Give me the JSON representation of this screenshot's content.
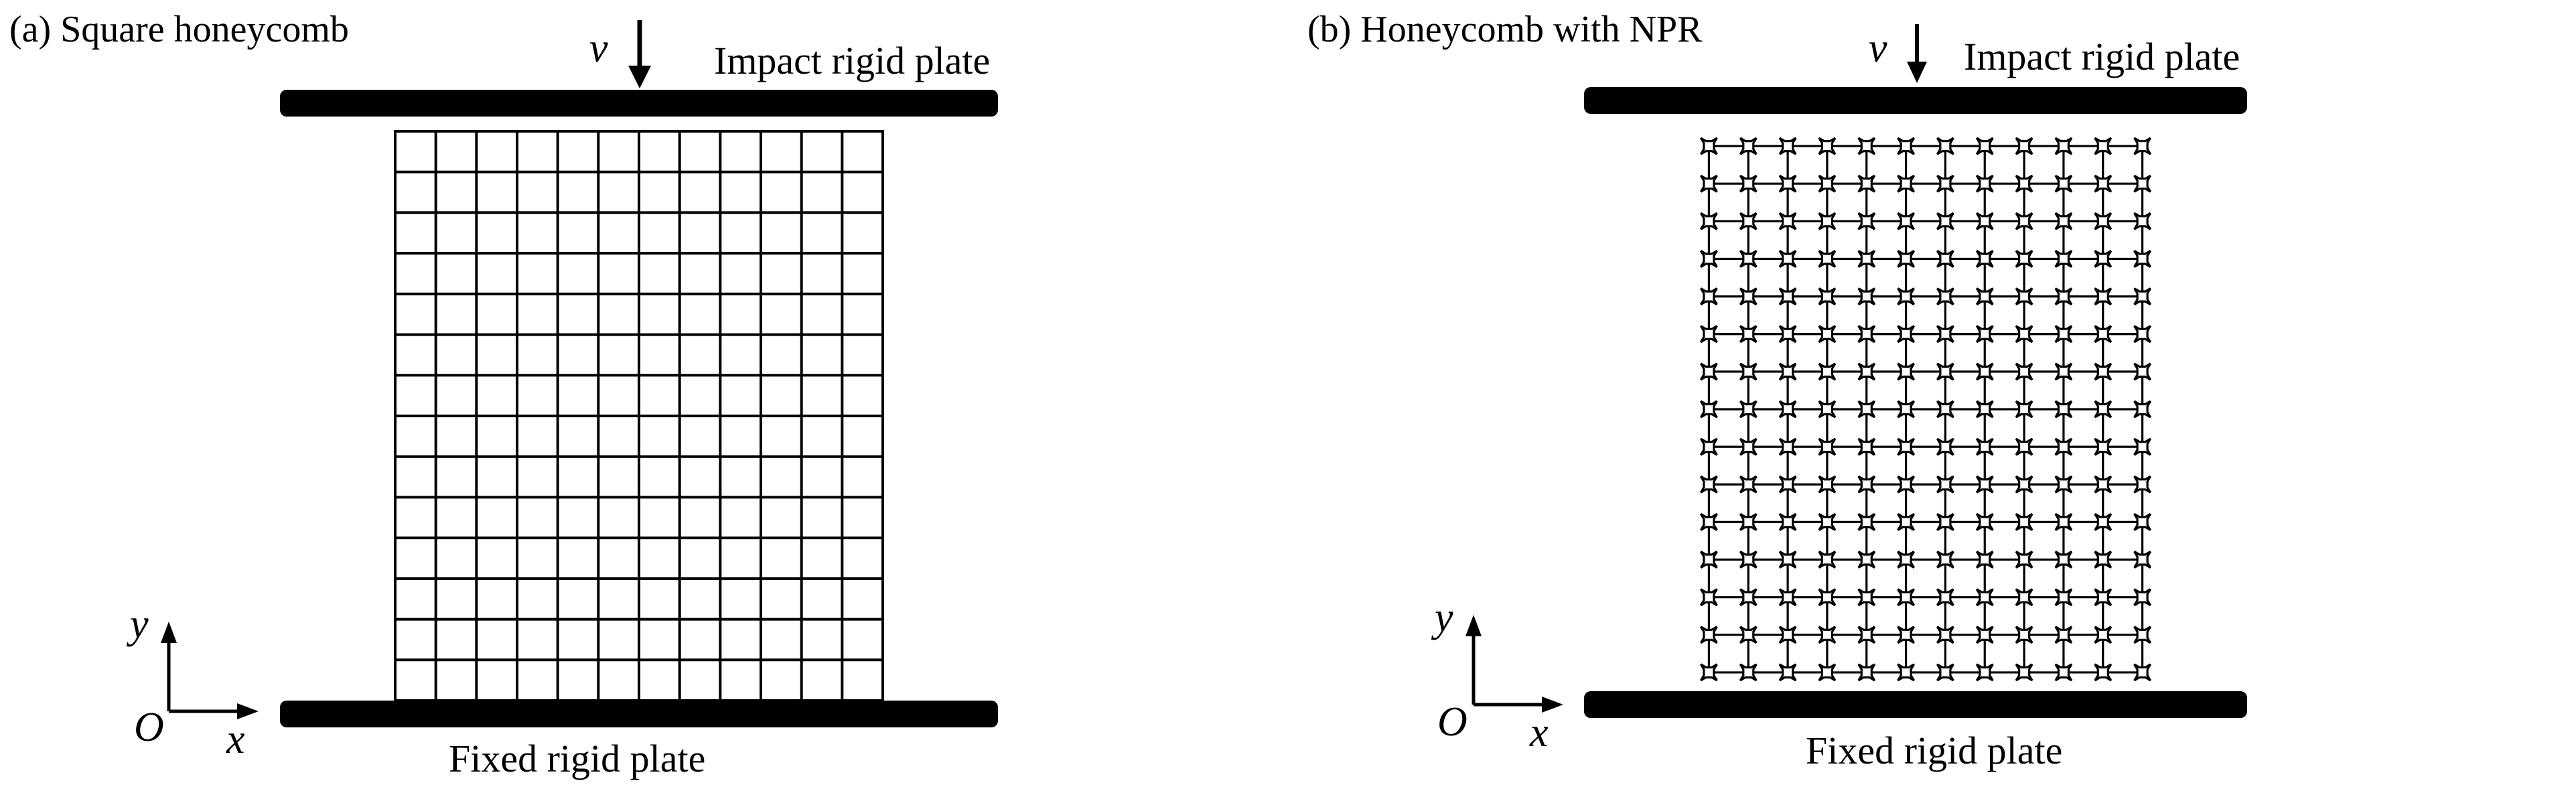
{
  "panels": {
    "a": {
      "caption": "(a) Square honeycomb",
      "impact_plate_label": "Impact rigid plate",
      "fixed_plate_label": "Fixed rigid plate",
      "velocity_symbol": "v",
      "axis": {
        "y": "y",
        "x": "x",
        "origin": "O"
      },
      "honeycomb": {
        "type": "square",
        "columns": 12,
        "rows": 14
      }
    },
    "b": {
      "caption": "(b) Honeycomb with NPR",
      "impact_plate_label": "Impact rigid plate",
      "fixed_plate_label": "Fixed rigid plate",
      "velocity_symbol": "v",
      "axis": {
        "y": "y",
        "x": "x",
        "origin": "O"
      },
      "honeycomb": {
        "type": "re-entrant",
        "columns": 12,
        "rows": 15
      }
    }
  },
  "colors": {
    "ink": "#000000",
    "background": "#ffffff"
  }
}
